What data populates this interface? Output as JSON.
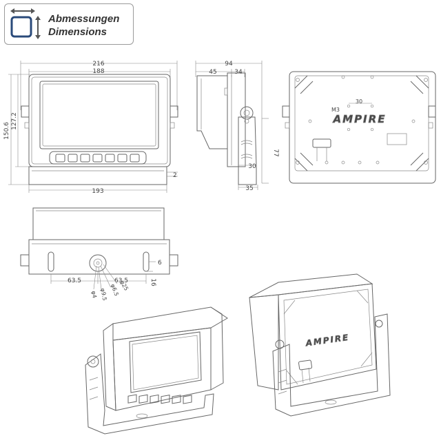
{
  "header": {
    "title_de": "Abmessungen",
    "title_en": "Dimensions",
    "icon": "resize-icon"
  },
  "front_view": {
    "width_overall": "216",
    "width_screen": "188",
    "width_base": "193",
    "height_overall": "150.6",
    "height_body": "127.2",
    "offset": "2"
  },
  "side_view": {
    "depth_overall": "94",
    "depth_hood": "45",
    "depth_body": "34",
    "height_mount": "77",
    "slot_spacing": "30",
    "base_width": "35"
  },
  "back_view": {
    "thread": "M3",
    "hole_spacing": "30",
    "brand": "AMPIRE"
  },
  "bottom_view": {
    "left_offset": "63.5",
    "right_offset": "63.5",
    "slot_height": "6",
    "slot_length": "16",
    "dia_inner": "φ4",
    "dia_mid": "φ9.5",
    "dia_mid2": "φ6.5",
    "dia_outer": "φ25"
  },
  "persp_back": {
    "brand": "AMPIRE"
  }
}
